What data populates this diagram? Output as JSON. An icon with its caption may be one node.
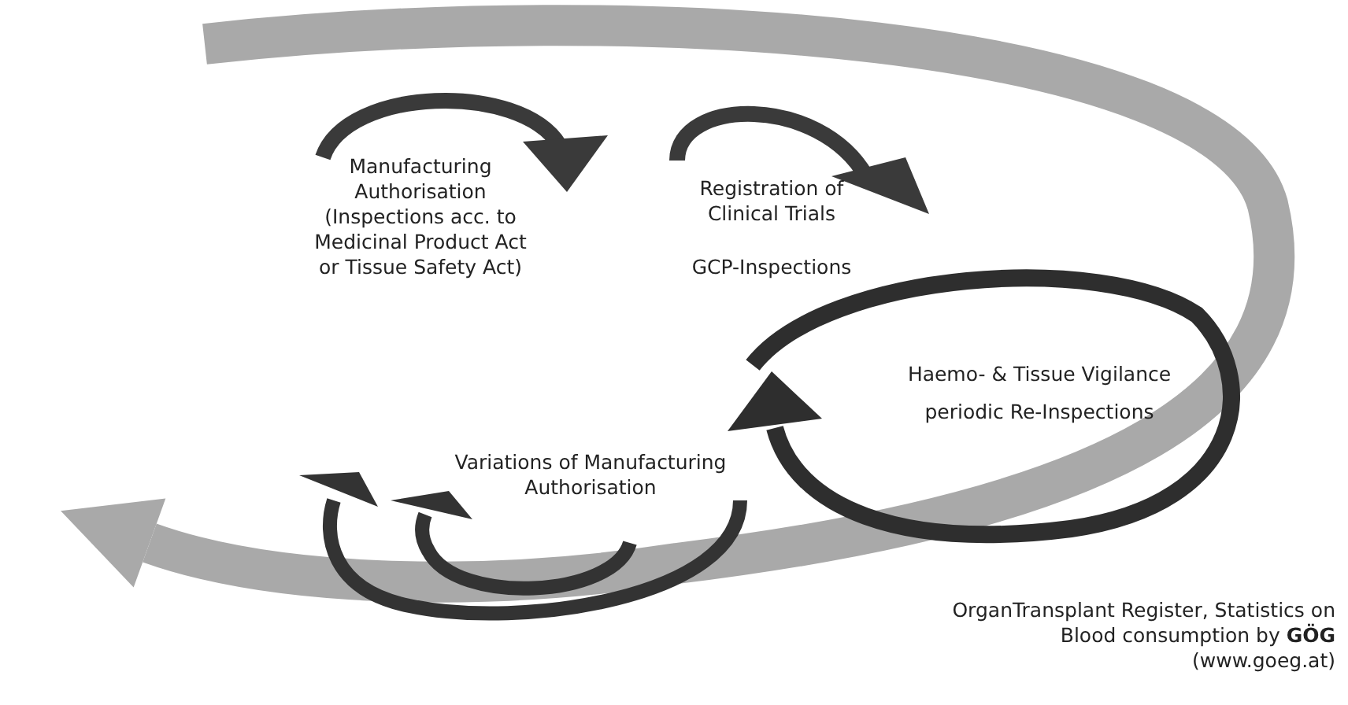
{
  "diagram": {
    "labels": [
      "Manufacturing Authorisation (Inspections acc. to Medicinal Product Act or Tissue Safety Act)",
      "Registration of Clinical Trials",
      "GCP-Inspections",
      "Haemo- & Tissue Vigilance",
      "periodic Re-Inspections",
      "Variations of Manufacturing Authorisation",
      "OrganTransplant Register, Statistics on Blood consumption by **GÖG** (www.goeg.at)"
    ]
  }
}
